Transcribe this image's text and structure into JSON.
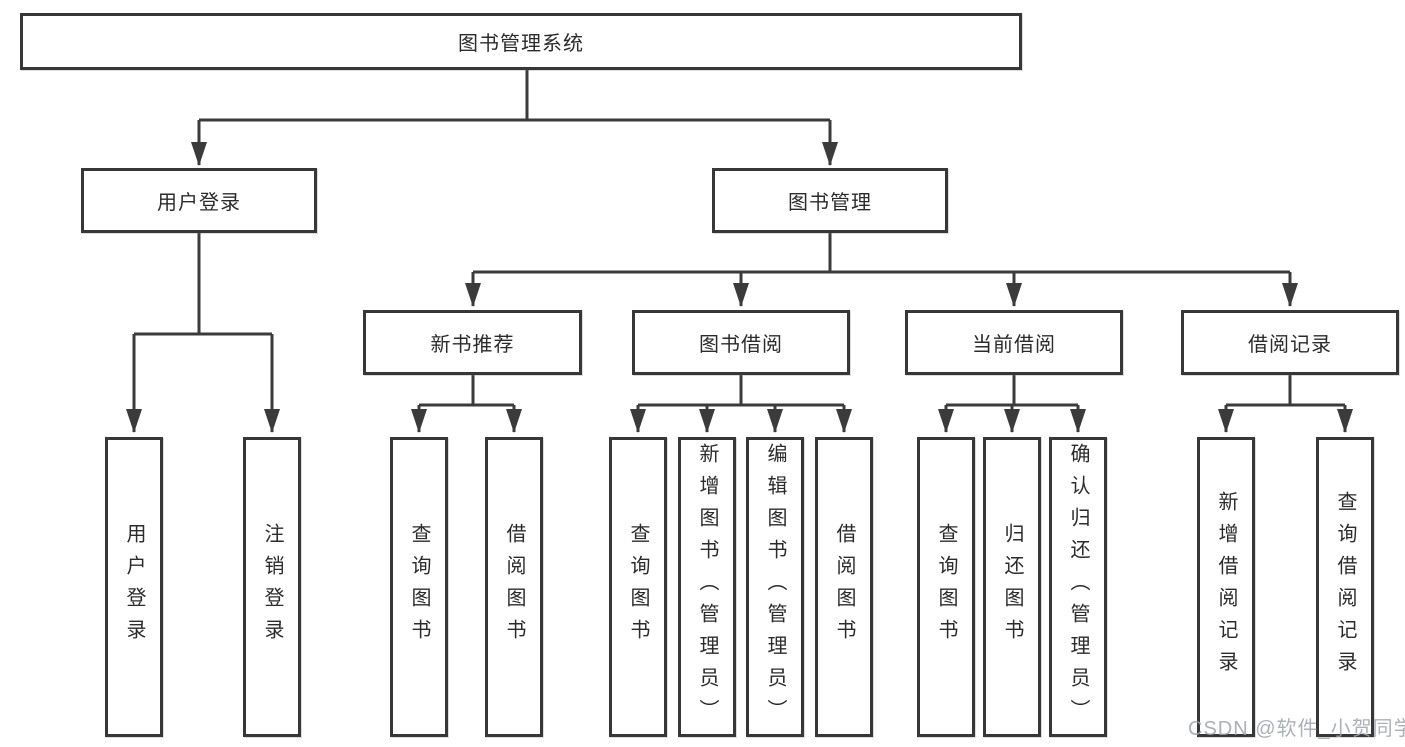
{
  "diagram": {
    "root": {
      "label": "图书管理系统"
    },
    "branches": [
      {
        "label": "用户登录",
        "children": [
          {
            "label": "用户登录"
          },
          {
            "label": "注销登录"
          }
        ]
      },
      {
        "label": "图书管理",
        "children": [
          {
            "label": "新书推荐",
            "children": [
              {
                "label": "查询图书"
              },
              {
                "label": "借阅图书"
              }
            ]
          },
          {
            "label": "图书借阅",
            "children": [
              {
                "label": "查询图书"
              },
              {
                "label": "新增图书（管理员）"
              },
              {
                "label": "编辑图书（管理员）"
              },
              {
                "label": "借阅图书"
              }
            ]
          },
          {
            "label": "当前借阅",
            "children": [
              {
                "label": "查询图书"
              },
              {
                "label": "归还图书"
              },
              {
                "label": "确认归还（管理员）"
              }
            ]
          },
          {
            "label": "借阅记录",
            "children": [
              {
                "label": "新增借阅记录"
              },
              {
                "label": "查询借阅记录"
              }
            ]
          }
        ]
      }
    ]
  },
  "watermark": {
    "text": "CSDN @软件_小贺同学"
  },
  "colors": {
    "line": "#3b3b3b",
    "box_border": "#373737",
    "box_fill": "#ffffff",
    "text": "#2b2b2b",
    "watermark": "#9ea2aa"
  }
}
